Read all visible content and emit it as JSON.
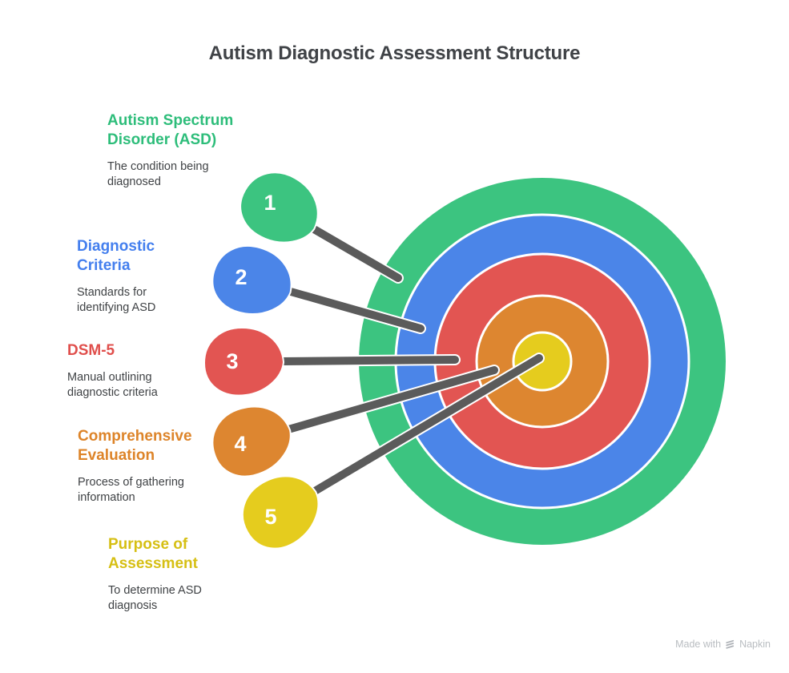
{
  "title": "Autism Diagnostic Assessment Structure",
  "items": [
    {
      "num": "1",
      "label": "Autism Spectrum Disorder (ASD)",
      "description": "The condition being diagnosed",
      "color": "#3CC480",
      "heading_color": "#2DBD7A"
    },
    {
      "num": "2",
      "label": "Diagnostic Criteria",
      "description": "Standards for identifying ASD",
      "color": "#4B85E8",
      "heading_color": "#447FEE"
    },
    {
      "num": "3",
      "label": "DSM-5",
      "description": "Manual outlining diagnostic criteria",
      "color": "#E25552",
      "heading_color": "#E04F4C"
    },
    {
      "num": "4",
      "label": "Comprehensive Evaluation",
      "description": "Process of gathering information",
      "color": "#DD8630",
      "heading_color": "#DD8429"
    },
    {
      "num": "5",
      "label": "Purpose of Assessment",
      "description": "To determine ASD diagnosis",
      "color": "#E5CC1E",
      "heading_color": "#D6BF13"
    }
  ],
  "diagram": {
    "type": "concentric-target",
    "leader_color": "#5B5B5B",
    "number_color": "#FFFFFF",
    "ring_order_outer_to_inner": [
      "1",
      "2",
      "3",
      "4",
      "5"
    ]
  },
  "watermark": {
    "text": "Made with",
    "brand": "Napkin"
  }
}
